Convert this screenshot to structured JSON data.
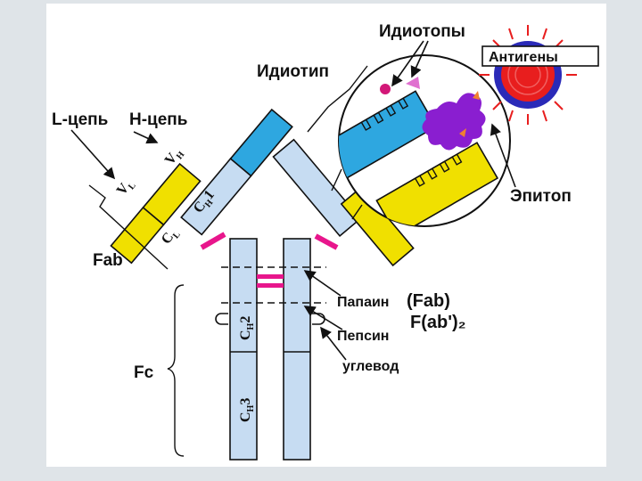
{
  "labels": {
    "l_chain": "L-цепь",
    "h_chain": "H-цепь",
    "fab": "Fab",
    "fc": "Fc",
    "idiotopes": "Идиотопы",
    "idiotype": "Идиотип",
    "antigens": "Антигены",
    "epitope": "Эпитоп",
    "papain": "Папаин",
    "fab_paren": "(Fab)",
    "pepsin": "Пепсин",
    "fab2": "F(ab')₂",
    "carbohydrate": "углевод"
  },
  "domains": {
    "vh_main": "V",
    "vh_sub": "H",
    "ch1_main": "C",
    "ch1_sub": "H",
    "ch1_num": "1",
    "vl_main": "V",
    "vl_sub": "L",
    "cl_main": "C",
    "cl_sub": "L",
    "ch2_main": "C",
    "ch2_sub": "H",
    "ch2_num": "2",
    "ch3_main": "C",
    "ch3_sub": "H",
    "ch3_num": "3"
  },
  "colors": {
    "heavy_chain": "#2ea7e0",
    "heavy_chain_const": "#c6dcf2",
    "light_chain": "#f0e000",
    "disulfide": "#e8168c",
    "antigen_purple": "#8a1ed0",
    "antigen_red": "#e81e1e",
    "antigen_blue": "#2a2ab8",
    "background": "#dfe4e8",
    "panel": "#ffffff"
  }
}
